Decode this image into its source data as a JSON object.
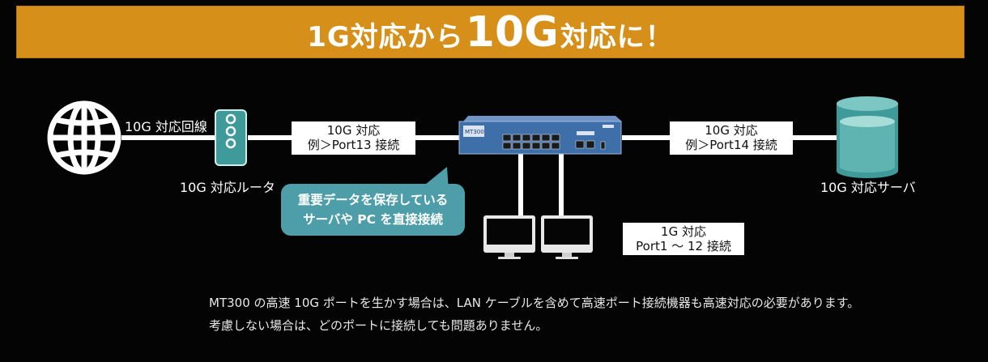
{
  "banner": {
    "title_part1": "1G対応から",
    "title_big": "10G",
    "title_part2": "対応に！"
  },
  "labels": {
    "line_10g": "10G 対応回線",
    "router": "10G 対応ルータ",
    "server": "10G 対応サーバ"
  },
  "boxes": {
    "left_line1": "10G 対応",
    "left_line2": "例＞Port13 接続",
    "right_line1": "10G 対応",
    "right_line2": "例＞Port14 接続",
    "bottom_line1": "1G 対応",
    "bottom_line2": "Port1 〜 12 接続"
  },
  "callout": {
    "line1": "重要データを保存している",
    "line2": "サーバや PC を直接接続"
  },
  "switch_text": "MT300",
  "note": {
    "line1": "MT300 の高速 10G ポートを生かす場合は、LAN ケーブルを含めて高速ポート接続機器も高速対応の必要があります。",
    "line2": "考慮しない場合は、どのポートに接続しても問題ありません。"
  },
  "colors": {
    "banner": "#d68f19",
    "teal": "#4e9ea9",
    "router": "#3f9b9a",
    "switch": "#3f6fa8",
    "background": "#040404"
  },
  "icons": [
    "globe-icon",
    "router-icon",
    "switch-icon",
    "server-icon",
    "monitor-icon"
  ]
}
